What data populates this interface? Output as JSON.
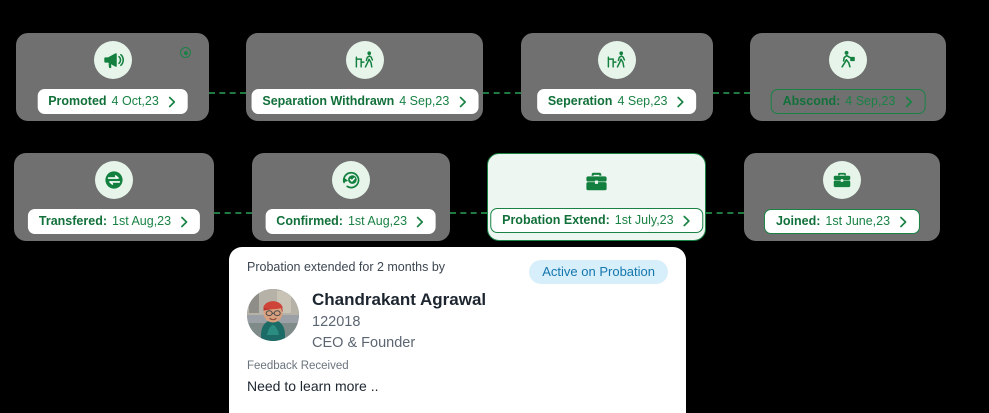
{
  "colors": {
    "accent_green": "#1a8245",
    "card_gray": "#707070",
    "active_card_bg": "#edf6f0",
    "icon_circle_bg": "#e6f4ea",
    "badge_bg": "#d7eefb",
    "badge_text": "#1477ad",
    "page_bg": "#000000"
  },
  "timeline": {
    "rows": [
      {
        "nodes": [
          {
            "id": "promoted",
            "icon": "megaphone-icon",
            "label": "Promoted",
            "date": "4 Oct,23",
            "separator": "",
            "pill_style": "filled",
            "has_status_dot": true,
            "active": false
          },
          {
            "id": "separation-withdrawn",
            "icon": "person-leaving-desk-icon",
            "label": "Separation Withdrawn",
            "date": "4 Sep,23",
            "separator": "",
            "pill_style": "filled",
            "has_status_dot": false,
            "active": false
          },
          {
            "id": "seperation",
            "icon": "person-leaving-desk-icon",
            "label": "Seperation",
            "date": "4 Sep,23",
            "separator": "",
            "pill_style": "filled",
            "has_status_dot": false,
            "active": false
          },
          {
            "id": "abscond",
            "icon": "person-running-with-bag-icon",
            "label": "Abscond:",
            "date": "4 Sep,23",
            "separator": "",
            "pill_style": "ghost",
            "has_status_dot": false,
            "active": false
          }
        ]
      },
      {
        "nodes": [
          {
            "id": "transfered",
            "icon": "transfer-arrows-icon",
            "label": "Transfered:",
            "date": "1st Aug,23",
            "separator": "",
            "pill_style": "filled",
            "has_status_dot": false,
            "active": false
          },
          {
            "id": "confirmed",
            "icon": "check-refresh-icon",
            "label": "Confirmed:",
            "date": "1st Aug,23",
            "separator": "",
            "pill_style": "filled",
            "has_status_dot": false,
            "active": false
          },
          {
            "id": "probation-extend",
            "icon": "briefcase-icon",
            "label": "Probation Extend:",
            "date": "1st July,23",
            "separator": "",
            "pill_style": "outlined",
            "has_status_dot": false,
            "active": true
          },
          {
            "id": "joined",
            "icon": "briefcase-icon",
            "label": "Joined:",
            "date": "1st June,23",
            "separator": "",
            "pill_style": "outlined",
            "has_status_dot": false,
            "active": false
          }
        ]
      }
    ]
  },
  "popup": {
    "caption": "Probation extended for 2 months by",
    "badge": "Active on Probation",
    "person": {
      "name": "Chandrakant Agrawal",
      "employee_id": "122018",
      "role": "CEO & Founder",
      "avatar": "person-photo-avatar"
    },
    "feedback": {
      "title": "Feedback Received",
      "text": "Need to learn more .."
    }
  }
}
